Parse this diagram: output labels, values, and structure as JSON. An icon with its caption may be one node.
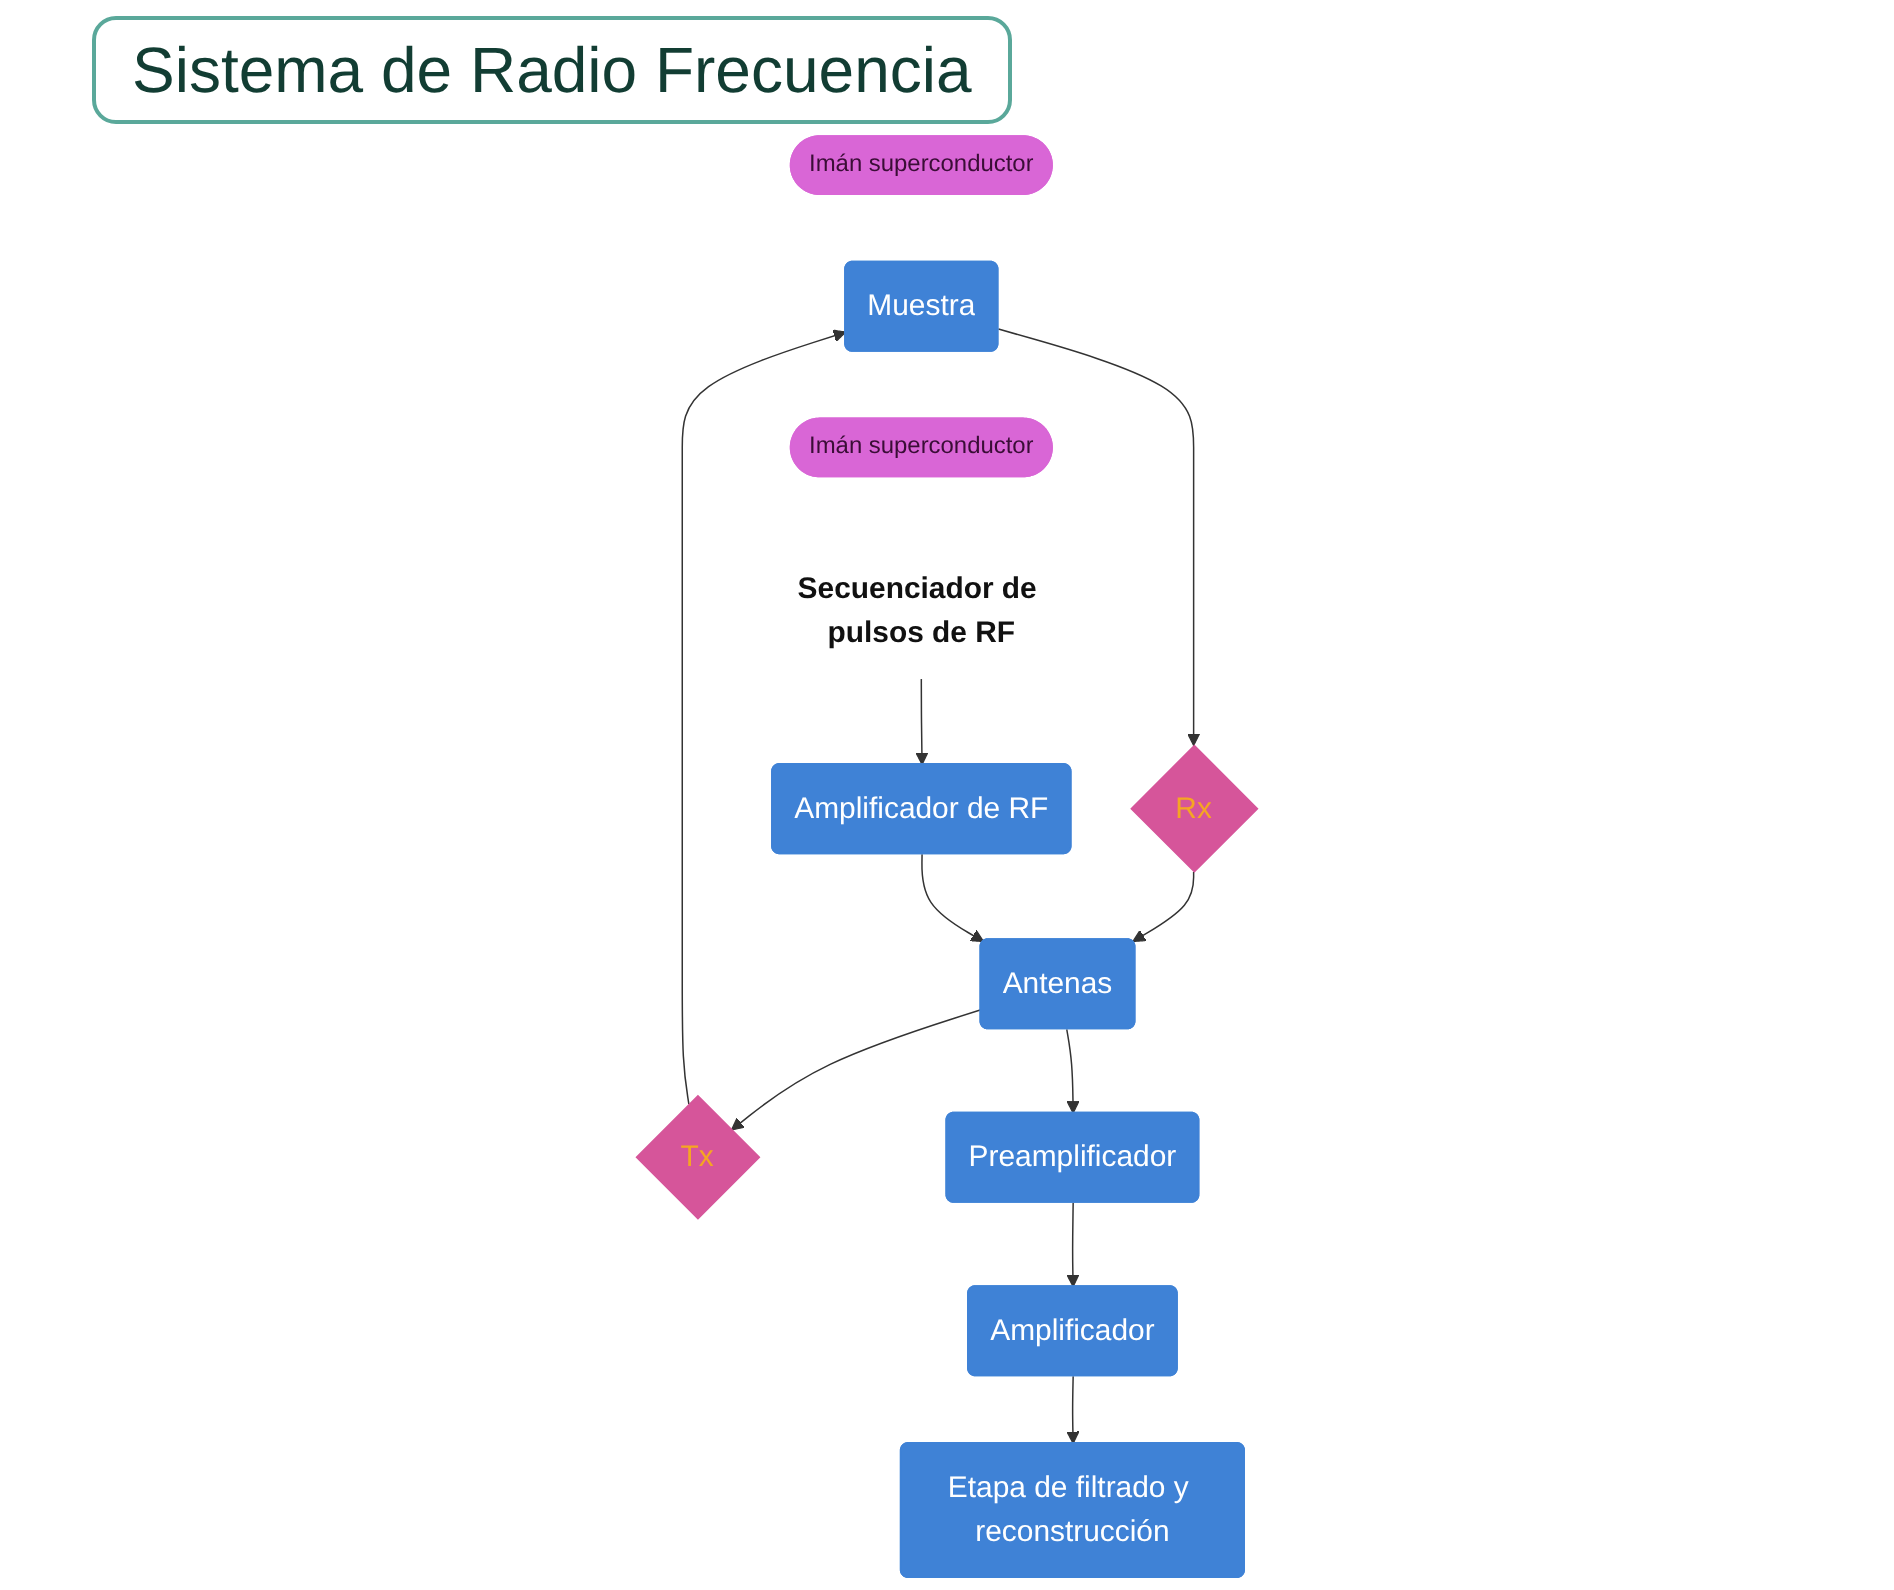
{
  "diagram": {
    "title": "Sistema de Radio Frecuencia",
    "nodes": [
      {
        "text": [
          "Imán superconductor"
        ]
      },
      {
        "text": [
          "Muestra"
        ]
      },
      {
        "text": [
          "Tx"
        ]
      },
      {
        "text": [
          "Imán superconductor"
        ]
      },
      {
        "text": [
          "Rx"
        ]
      },
      {
        "text": [
          "Secuenciador de pulsos de RF"
        ]
      },
      {
        "text": [
          "Amplificador de RF"
        ]
      },
      {
        "text": [
          "Antenas"
        ]
      },
      {
        "text": [
          "Etapa de filtrado y reconstrucción"
        ]
      },
      {
        "text": [
          "Amplificador"
        ]
      },
      {
        "text": [
          "Preamplificador"
        ]
      }
    ],
    "edges": [
      {
        "from": 2,
        "to": 1,
        "arrow": "to"
      },
      {
        "from": 1,
        "to": 4,
        "arrow": "to"
      },
      {
        "from": 7,
        "to": 2,
        "arrow": "to"
      },
      {
        "from": 4,
        "to": 7,
        "arrow": "to"
      },
      {
        "from": 5,
        "to": 6,
        "arrow": "to"
      },
      {
        "from": 6,
        "to": 7,
        "arrow": "to"
      },
      {
        "from": 7,
        "to": 10,
        "arrow": "to"
      },
      {
        "from": 10,
        "to": 9,
        "arrow": "to"
      },
      {
        "from": 9,
        "to": 8,
        "arrow": "to"
      }
    ]
  }
}
